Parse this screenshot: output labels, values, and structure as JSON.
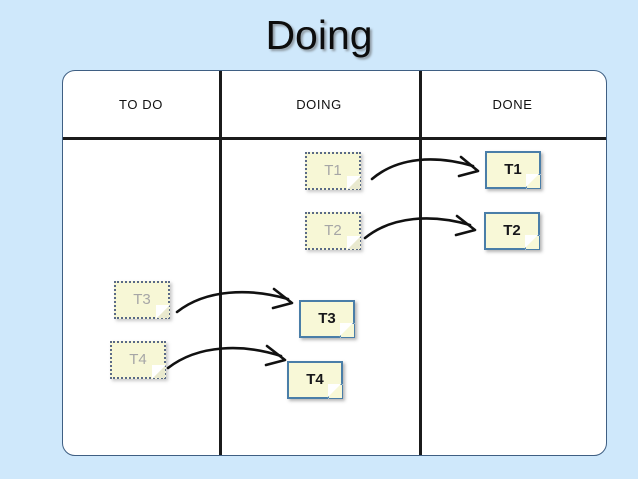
{
  "slide": {
    "title": "Doing",
    "background_color": "#cfe8fb"
  },
  "board": {
    "background_color": "#ffffff",
    "border_color": "#3f5f83",
    "columns": [
      {
        "id": "todo",
        "label": "TO DO"
      },
      {
        "id": "doing",
        "label": "DOING"
      },
      {
        "id": "done",
        "label": "DONE"
      }
    ]
  },
  "notes": {
    "ghost": [
      {
        "id": "ghost-t1",
        "label": "T1",
        "column": "doing",
        "text_color": "#a6a6a6",
        "fill_color": "#f7f7d6",
        "border_color": "#5a6a86"
      },
      {
        "id": "ghost-t2",
        "label": "T2",
        "column": "doing",
        "text_color": "#a6a6a6",
        "fill_color": "#f7f7d6",
        "border_color": "#5a6a86"
      },
      {
        "id": "ghost-t3",
        "label": "T3",
        "column": "todo",
        "text_color": "#a6a6a6",
        "fill_color": "#f7f7d6",
        "border_color": "#5a6a86"
      },
      {
        "id": "ghost-t4",
        "label": "T4",
        "column": "todo",
        "text_color": "#a6a6a6",
        "fill_color": "#f7f7d6",
        "border_color": "#5a6a86"
      }
    ],
    "solid": [
      {
        "id": "note-t1",
        "label": "T1",
        "column": "done",
        "text_color": "#17171a",
        "fill_color": "#f8f8d7",
        "border_color": "#4a7ea8"
      },
      {
        "id": "note-t2",
        "label": "T2",
        "column": "done",
        "text_color": "#17171a",
        "fill_color": "#f8f8d7",
        "border_color": "#4a7ea8"
      },
      {
        "id": "note-t3",
        "label": "T3",
        "column": "doing",
        "text_color": "#17171a",
        "fill_color": "#f8f8d7",
        "border_color": "#4a7ea8"
      },
      {
        "id": "note-t4",
        "label": "T4",
        "column": "doing",
        "text_color": "#17171a",
        "fill_color": "#f8f8d7",
        "border_color": "#4a7ea8"
      }
    ]
  },
  "arrows": [
    {
      "id": "arrow-t1",
      "from": "ghost-t1",
      "to": "note-t1",
      "color": "#111111"
    },
    {
      "id": "arrow-t2",
      "from": "ghost-t2",
      "to": "note-t2",
      "color": "#111111"
    },
    {
      "id": "arrow-t3",
      "from": "ghost-t3",
      "to": "note-t3",
      "color": "#111111"
    },
    {
      "id": "arrow-t4",
      "from": "ghost-t4",
      "to": "note-t4",
      "color": "#111111"
    }
  ]
}
